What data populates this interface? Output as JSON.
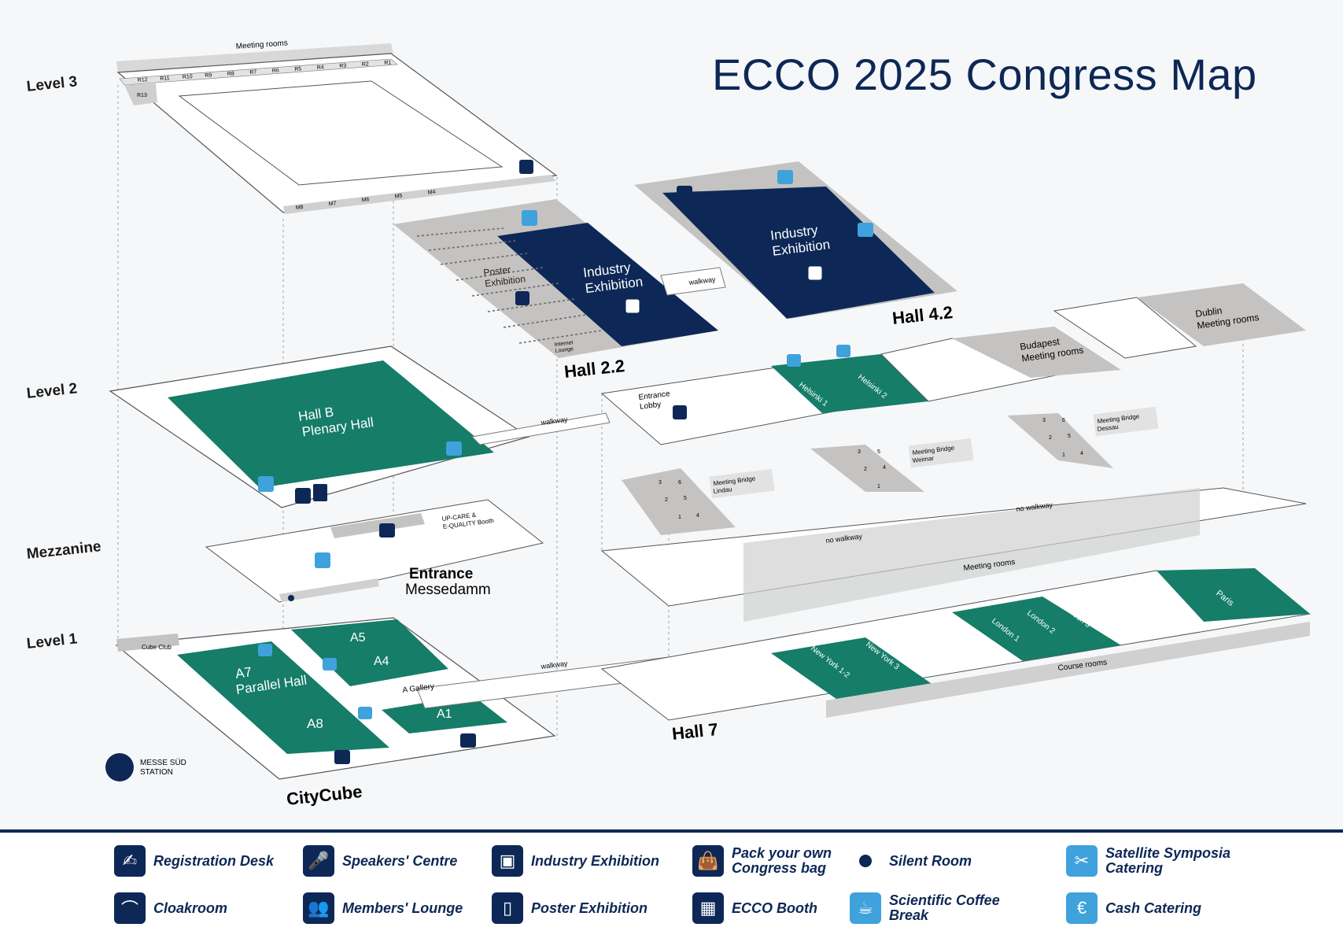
{
  "title": "ECCO 2025 Congress Map",
  "levels": [
    "Level 3",
    "Level 2",
    "Mezzanine",
    "Level 1"
  ],
  "buildings": {
    "citycube": "CityCube",
    "hall22": "Hall 2.2",
    "hall42": "Hall 4.2",
    "hall7": "Hall 7"
  },
  "level3": {
    "meeting_rooms": "Meeting rooms",
    "top_rooms": [
      "R12",
      "R11",
      "R10",
      "R9",
      "R8",
      "R7",
      "R6",
      "R5",
      "R4",
      "R3",
      "R2",
      "R1"
    ],
    "side_room": "R13",
    "bottom_rooms": [
      "M8",
      "M7",
      "M6",
      "M5",
      "M4"
    ]
  },
  "level2": {
    "hall_b": [
      "Hall B",
      "Plenary Hall"
    ],
    "poster": [
      "Poster",
      "Exhibition"
    ],
    "industry": [
      "Industry",
      "Exhibition"
    ],
    "internet": [
      "Internet",
      "Lounge"
    ],
    "walkway": "walkway",
    "entrance_lobby": [
      "Entrance",
      "Lobby"
    ],
    "helsinki1": "Helsinki 1",
    "helsinki2": "Helsinki 2",
    "budapest": [
      "Budapest",
      "Meeting rooms"
    ],
    "dublin": [
      "Dublin",
      "Meeting rooms"
    ]
  },
  "hall7_upper": {
    "bridges": [
      {
        "title": [
          "Meeting Bridge",
          "Lindau"
        ],
        "rooms": [
          "3",
          "6",
          "2",
          "5",
          "1",
          "4"
        ]
      },
      {
        "title": [
          "Meeting Bridge",
          "Weimar"
        ],
        "rooms": [
          "3",
          "5",
          "2",
          "4",
          "1"
        ]
      },
      {
        "title": [
          "Meeting Bridge",
          "Dessau"
        ],
        "rooms": [
          "3",
          "6",
          "2",
          "5",
          "1",
          "4"
        ]
      }
    ],
    "no_walkway": "no walkway",
    "meeting_rooms": "Meeting rooms"
  },
  "mezzanine": {
    "booth": [
      "UP-CARE &",
      "E-QUALITY Booth"
    ],
    "entrance": "Entrance",
    "messedamm": "Messedamm"
  },
  "level1": {
    "cube_club": "Cube Club",
    "a7": [
      "A7",
      "Parallel Hall"
    ],
    "a8": "A8",
    "a5": "A5",
    "a4": "A4",
    "a1": "A1",
    "gallery": "A Gallery",
    "walkway": "walkway",
    "station": [
      "MESSE SÜD",
      "STATION"
    ],
    "new_york12": "New York 1-2",
    "new_york3": "New York 3",
    "london1": "London 1",
    "london2": "London 2",
    "london3": "London 3",
    "paris": "Paris",
    "course_rooms": "Course rooms"
  },
  "colors": {
    "navy": "#0d2856",
    "green": "#157d68",
    "grey": "#c5c3c1",
    "light_blue": "#3fa2dd"
  },
  "legend": [
    {
      "icon": "registration-desk-icon",
      "glyph": "✍",
      "style": "navy",
      "label": [
        "Registration Desk"
      ]
    },
    {
      "icon": "speakers-centre-icon",
      "glyph": "🎤",
      "style": "navy",
      "label": [
        "Speakers' Centre"
      ]
    },
    {
      "icon": "industry-exhibition-icon",
      "glyph": "▣",
      "style": "navy",
      "label": [
        "Industry Exhibition"
      ]
    },
    {
      "icon": "congress-bag-icon",
      "glyph": "👜",
      "style": "navy",
      "label": [
        "Pack your own",
        "Congress bag"
      ]
    },
    {
      "icon": "silent-room-icon",
      "glyph": "",
      "style": "dot",
      "label": [
        "Silent Room"
      ]
    },
    {
      "icon": "satellite-symposia-icon",
      "glyph": "✂",
      "style": "light",
      "label": [
        "Satellite Symposia",
        "Catering"
      ]
    },
    {
      "icon": "cloakroom-icon",
      "glyph": "⌒",
      "style": "navy",
      "label": [
        "Cloakroom"
      ]
    },
    {
      "icon": "members-lounge-icon",
      "glyph": "👥",
      "style": "navy",
      "label": [
        "Members' Lounge"
      ]
    },
    {
      "icon": "poster-exhibition-icon",
      "glyph": "▯",
      "style": "navy",
      "label": [
        "Poster Exhibition"
      ]
    },
    {
      "icon": "ecco-booth-icon",
      "glyph": "▦",
      "style": "navy",
      "label": [
        "ECCO Booth"
      ]
    },
    {
      "icon": "coffee-break-icon",
      "glyph": "☕",
      "style": "light",
      "label": [
        "Scientific Coffee Break"
      ]
    },
    {
      "icon": "cash-catering-icon",
      "glyph": "€",
      "style": "light",
      "label": [
        "Cash Catering"
      ]
    }
  ]
}
